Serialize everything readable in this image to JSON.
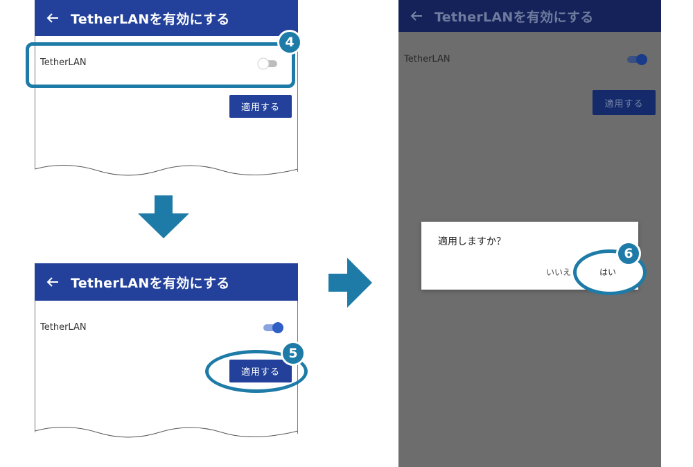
{
  "screen_title": "TetherLANを有効にする",
  "setting_label": "TetherLAN",
  "apply_button_label": "適用する",
  "dialog": {
    "message": "適用しますか？",
    "no_label": "いいえ",
    "yes_label": "はい"
  },
  "steps": [
    "4",
    "5",
    "6"
  ],
  "toggle_states": {
    "before": false,
    "after": true
  },
  "colors": {
    "appbar": "#23419a",
    "highlight": "#1e7ba7",
    "overlay": "#6d6d6d",
    "toggle_on": "#2f5fc4"
  },
  "icons": [
    "back-arrow-icon",
    "down-arrow-icon",
    "right-arrow-icon"
  ]
}
